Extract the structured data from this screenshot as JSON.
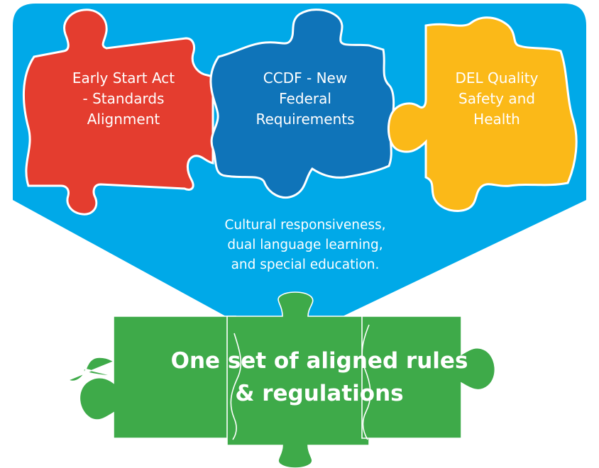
{
  "colors": {
    "banner": "#00a9e8",
    "red_piece": "#e43d2f",
    "blue_piece": "#0f74b9",
    "yellow_piece": "#fbb918",
    "green_piece": "#3eaa49",
    "outline": "#ffffff"
  },
  "pieces": [
    {
      "label": "Early Start Act\n- Standards\nAlignment",
      "color": "red"
    },
    {
      "label": "CCDF - New\nFederal\nRequirements",
      "color": "blue"
    },
    {
      "label": "DEL Quality\nSafety and\nHealth",
      "color": "yellow"
    }
  ],
  "center_text": "Cultural responsiveness,\ndual language learning,\nand special education.",
  "result_text": "One set of aligned rules\n& regulations"
}
